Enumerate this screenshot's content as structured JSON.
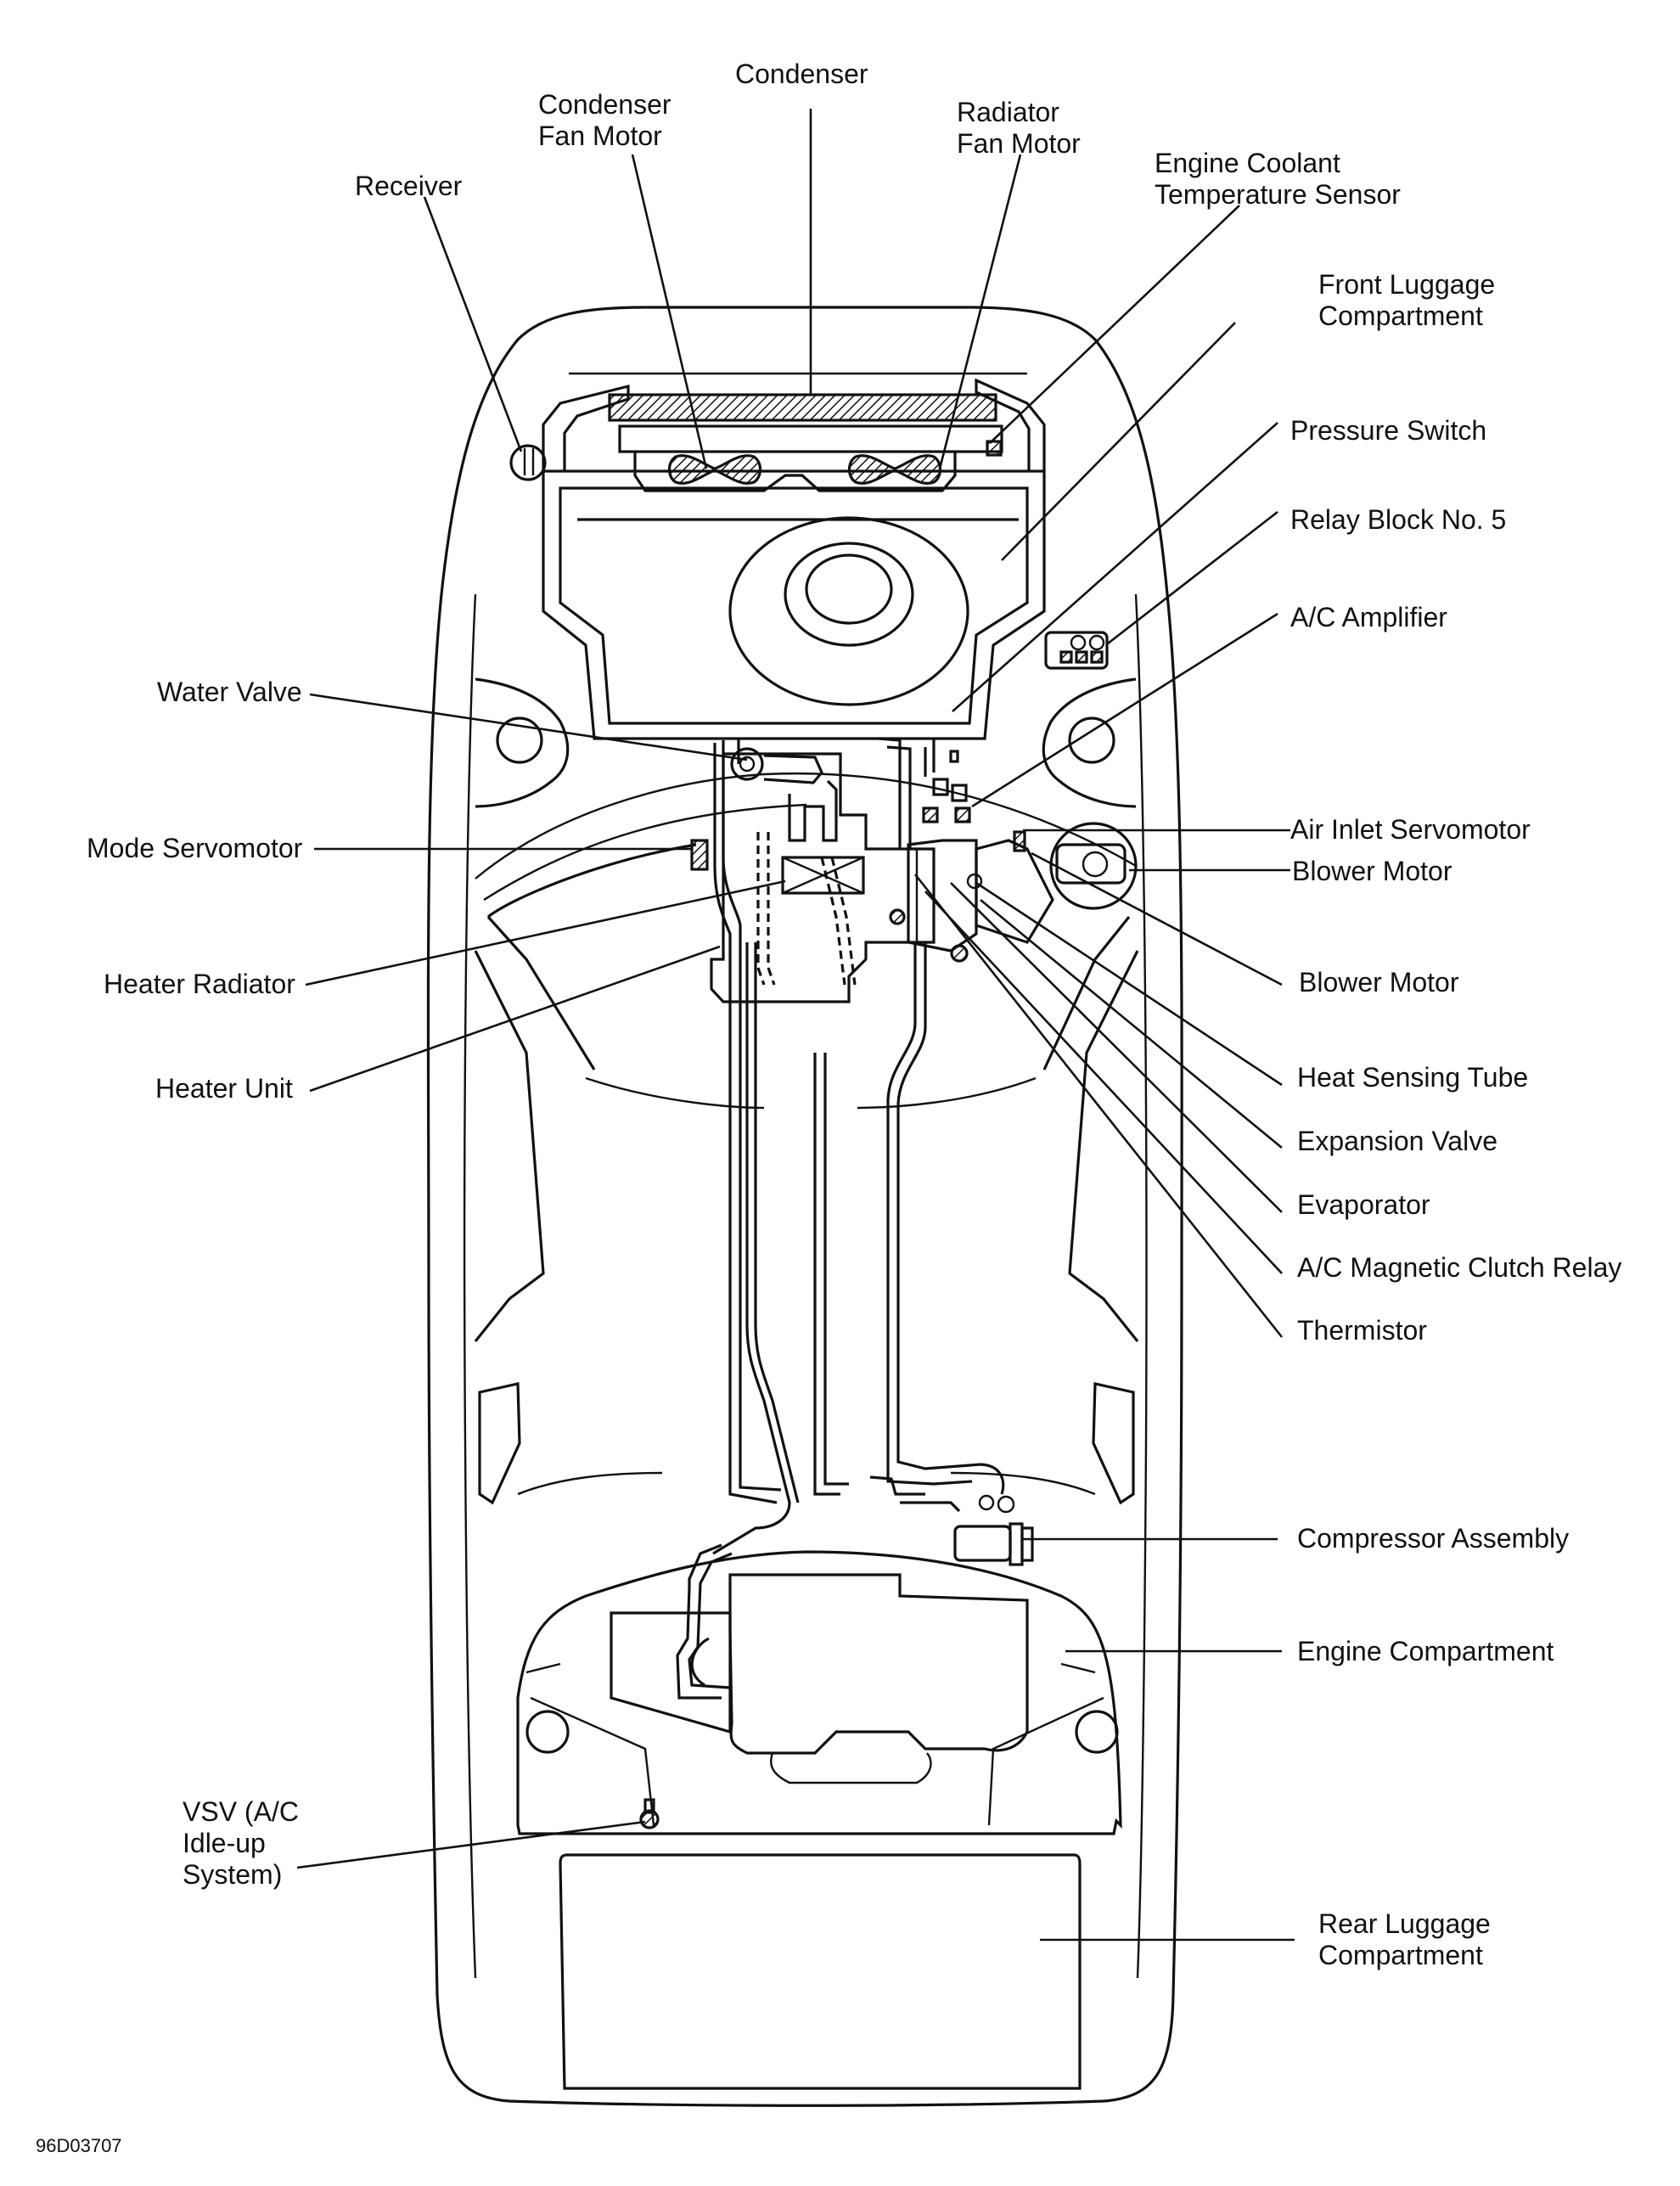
{
  "labels": {
    "condenser": "Condenser",
    "condenser_fan_motor": [
      "Condenser",
      "Fan Motor"
    ],
    "radiator_fan_motor": [
      "Radiator",
      "Fan Motor"
    ],
    "receiver": "Receiver",
    "engine_coolant_temperature_sensor": [
      "Engine Coolant",
      "Temperature Sensor"
    ],
    "front_luggage_compartment": [
      "Front Luggage",
      "Compartment"
    ],
    "pressure_switch": "Pressure Switch",
    "relay_block_no5": "Relay Block No. 5",
    "ac_amplifier": "A/C Amplifier",
    "water_valve": "Water Valve",
    "mode_servomotor": "Mode Servomotor",
    "air_inlet_servomotor": "Air Inlet Servomotor",
    "blower_motor_1": "Blower Motor",
    "blower_motor_2": "Blower Motor",
    "heater_radiator": "Heater Radiator",
    "heater_unit": "Heater Unit",
    "heat_sensing_tube": "Heat Sensing Tube",
    "expansion_valve": "Expansion Valve",
    "evaporator": "Evaporator",
    "ac_magnetic_clutch_relay": "A/C Magnetic Clutch Relay",
    "thermistor": "Thermistor",
    "compressor_assembly": "Compressor Assembly",
    "engine_compartment": "Engine Compartment",
    "vsv": [
      "VSV (A/C",
      "Idle-up",
      "System)"
    ],
    "rear_luggage_compartment": [
      "Rear Luggage",
      "Compartment"
    ]
  },
  "figure_code": "96D03707"
}
